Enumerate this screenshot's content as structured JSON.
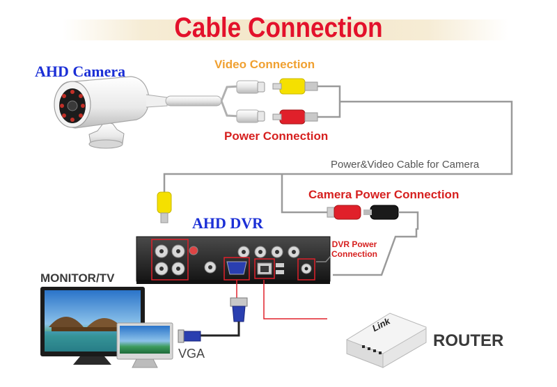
{
  "title": "Cable Connection",
  "labels": {
    "camera": "AHD Camera",
    "video_connection": "Video Connection",
    "power_connection": "Power Connection",
    "cable_note": "Power&Video Cable for Camera",
    "camera_power_connection": "Camera Power Connection",
    "dvr": "AHD DVR",
    "dvr_power_line1": "DVR Power",
    "dvr_power_line2": "Connection",
    "monitor": "MONITOR/TV",
    "vga": "VGA",
    "router": "ROUTER",
    "router_brand": "Link"
  },
  "colors": {
    "title_red": "#e3112b",
    "label_blue": "#1b2fd6",
    "label_red": "#d6201f",
    "label_orange": "#f0a030",
    "wire_gray": "#9a9a9a",
    "highlight_red": "#e0202a",
    "rca_yellow": "#f5e000",
    "rca_red": "#e0202a",
    "vga_blue": "#2a3fb0"
  }
}
